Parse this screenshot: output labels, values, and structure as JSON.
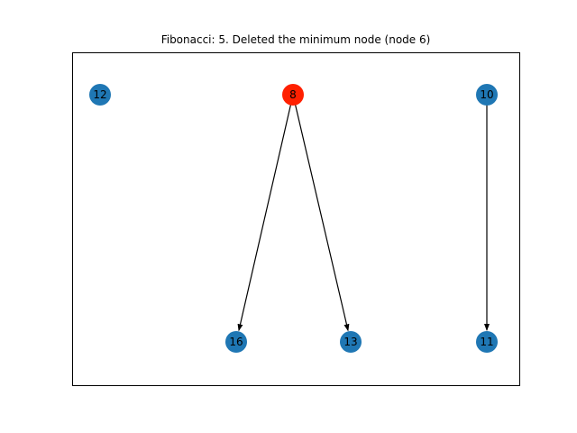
{
  "title": "Fibonacci: 5. Deleted the minimum node (node 6)",
  "colors": {
    "default_node": "#1f77b4",
    "min_node": "#ff2000",
    "edge": "#000000",
    "frame": "#000000",
    "background": "#ffffff"
  },
  "nodes": [
    {
      "id": "12",
      "label": "12",
      "status": "default"
    },
    {
      "id": "8",
      "label": "8",
      "status": "min"
    },
    {
      "id": "10",
      "label": "10",
      "status": "default"
    },
    {
      "id": "16",
      "label": "16",
      "status": "default"
    },
    {
      "id": "13",
      "label": "13",
      "status": "default"
    },
    {
      "id": "11",
      "label": "11",
      "status": "default"
    }
  ],
  "edges": [
    {
      "from": "8",
      "to": "16"
    },
    {
      "from": "8",
      "to": "13"
    },
    {
      "from": "10",
      "to": "11"
    }
  ]
}
